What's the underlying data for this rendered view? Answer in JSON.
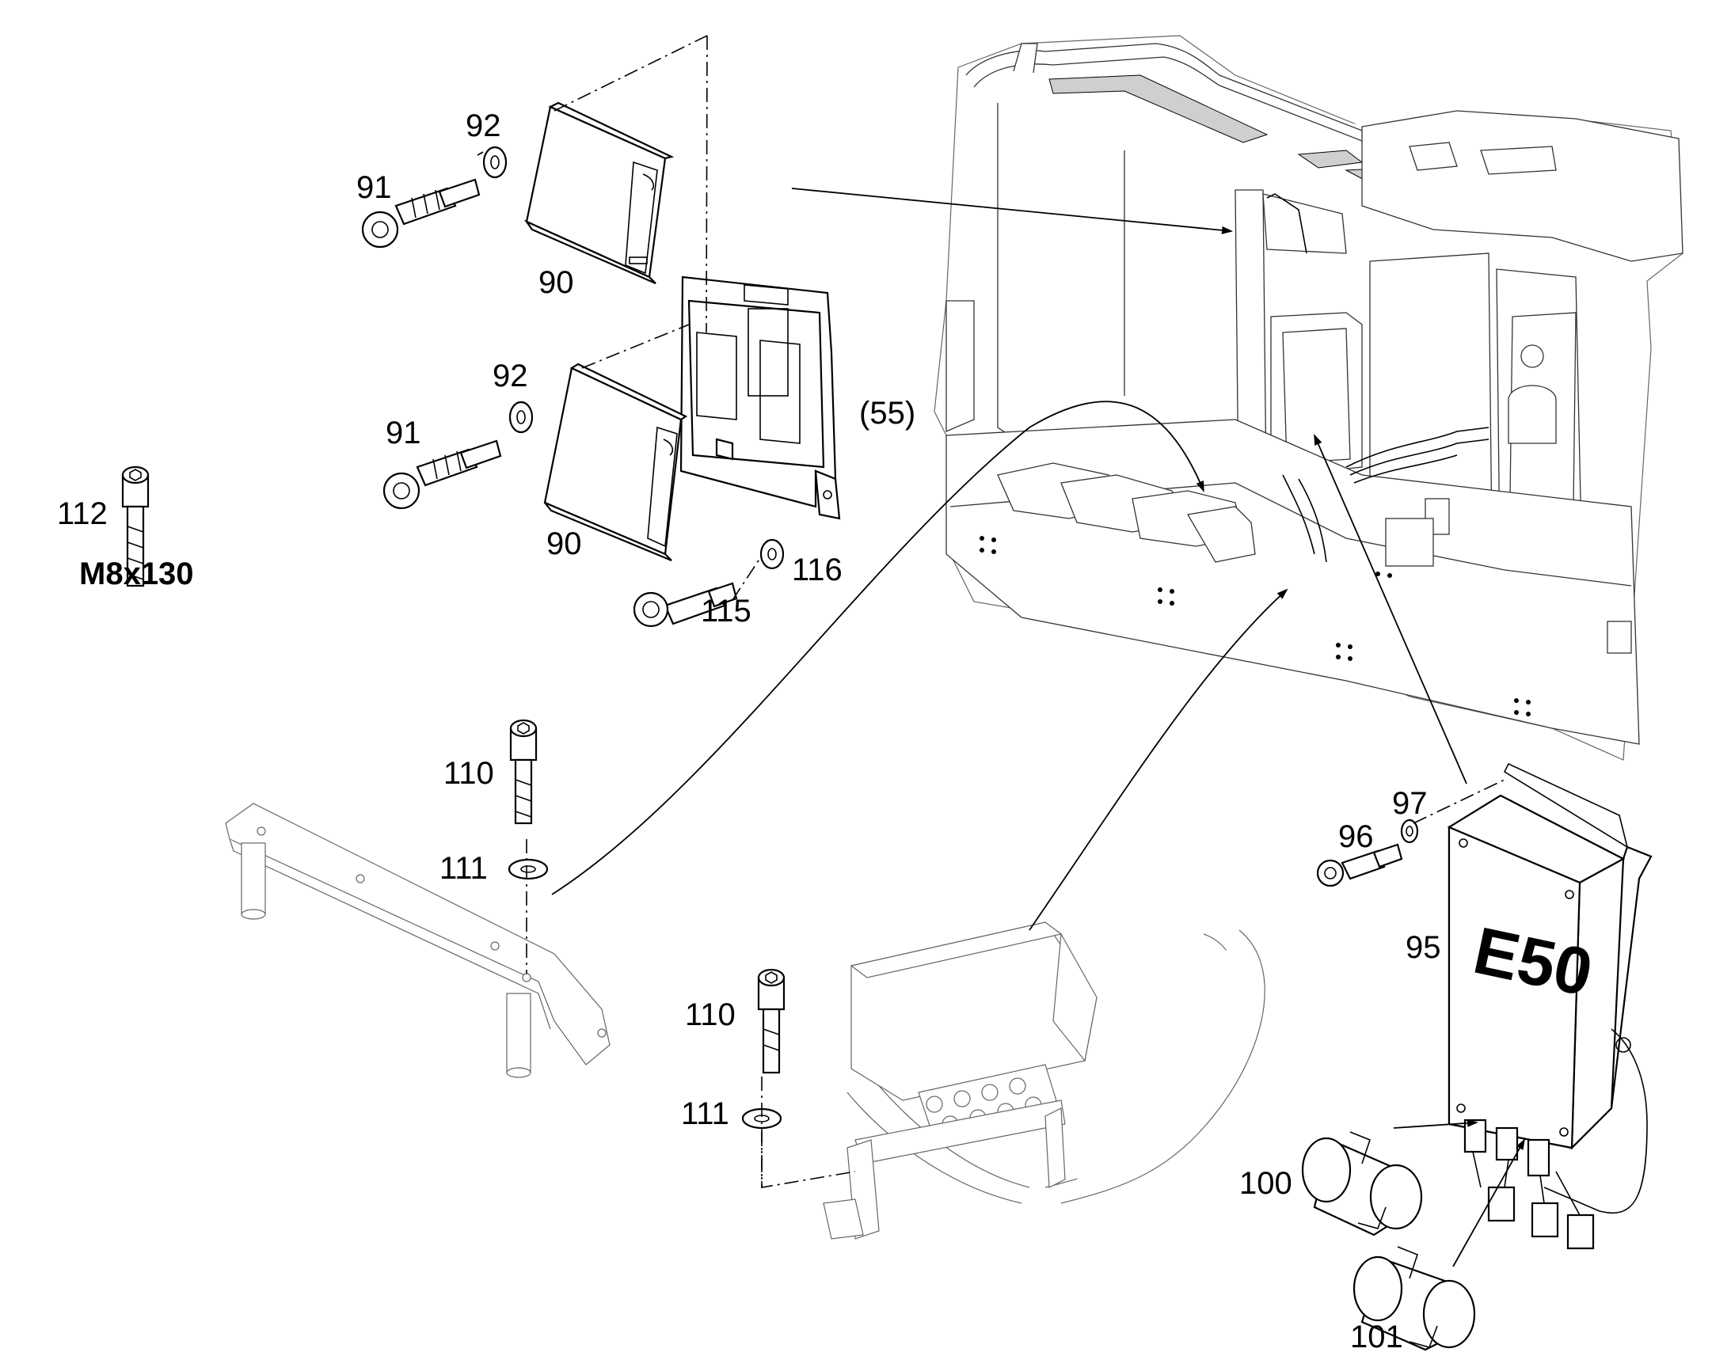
{
  "diagram": {
    "labels": {
      "l90a": "90",
      "l90b": "90",
      "l91a": "91",
      "l91b": "91",
      "l92a": "92",
      "l92b": "92",
      "l55": "(55)",
      "l112": "112",
      "size": "M8x130",
      "l115": "115",
      "l116": "116",
      "l110a": "110",
      "l111a": "111",
      "l110b": "110",
      "l111b": "111",
      "l97": "97",
      "l96": "96",
      "l95": "95",
      "e50": "E50",
      "l100": "100",
      "l101": "101"
    }
  }
}
